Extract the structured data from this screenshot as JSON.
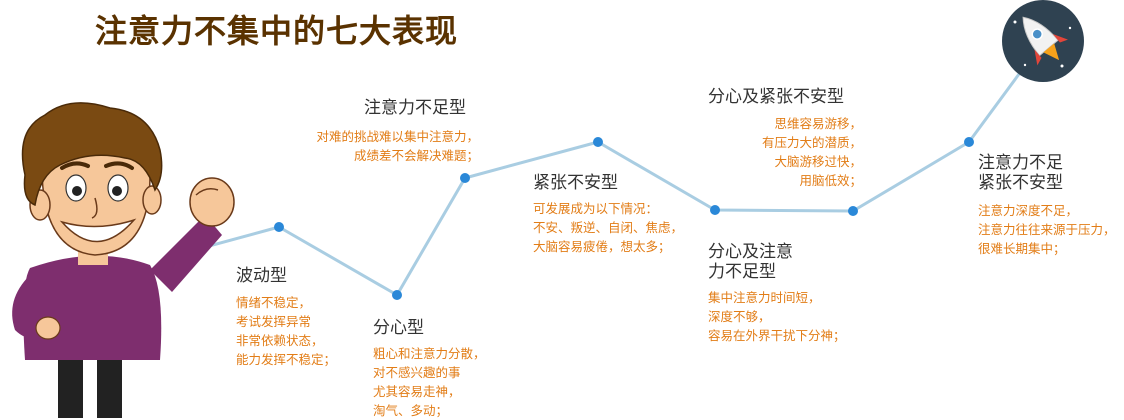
{
  "title": "注意力不集中的七大表现",
  "colors": {
    "line": "#a9cde2",
    "node": "#2a88d8",
    "label": "#333333",
    "desc": "#e27d17",
    "title": "#5a3200"
  },
  "icons": {
    "character": "cartoon-boy-pointing-icon",
    "rocket": "rocket-icon"
  },
  "types": [
    {
      "label": "波动型",
      "desc": "情绪不稳定，\n考试发挥异常\n非常依赖状态，\n能力发挥不稳定；"
    },
    {
      "label": "分心型",
      "desc": "粗心和注意力分散，\n对不感兴趣的事\n尤其容易走神，\n淘气、多动；"
    },
    {
      "label": "注意力不足型",
      "desc": "对难的挑战难以集中注意力，\n成绩差不会解决难题；"
    },
    {
      "label": "紧张不安型",
      "desc": "可发展成为以下情况：\n不安、叛逆、自闭、焦虑，\n大脑容易疲倦，想太多；"
    },
    {
      "label": "分心及注意\n力不足型",
      "desc": "集中注意力时间短，\n深度不够，\n容易在外界干扰下分神；"
    },
    {
      "label": "分心及紧张不安型",
      "desc": "思维容易游移，\n有压力大的潜质，\n大脑游移过快，\n用脑低效；"
    },
    {
      "label": "注意力不足\n紧张不安型",
      "desc": "注意力深度不足，\n注意力往往来源于压力，\n很难长期集中；"
    }
  ]
}
